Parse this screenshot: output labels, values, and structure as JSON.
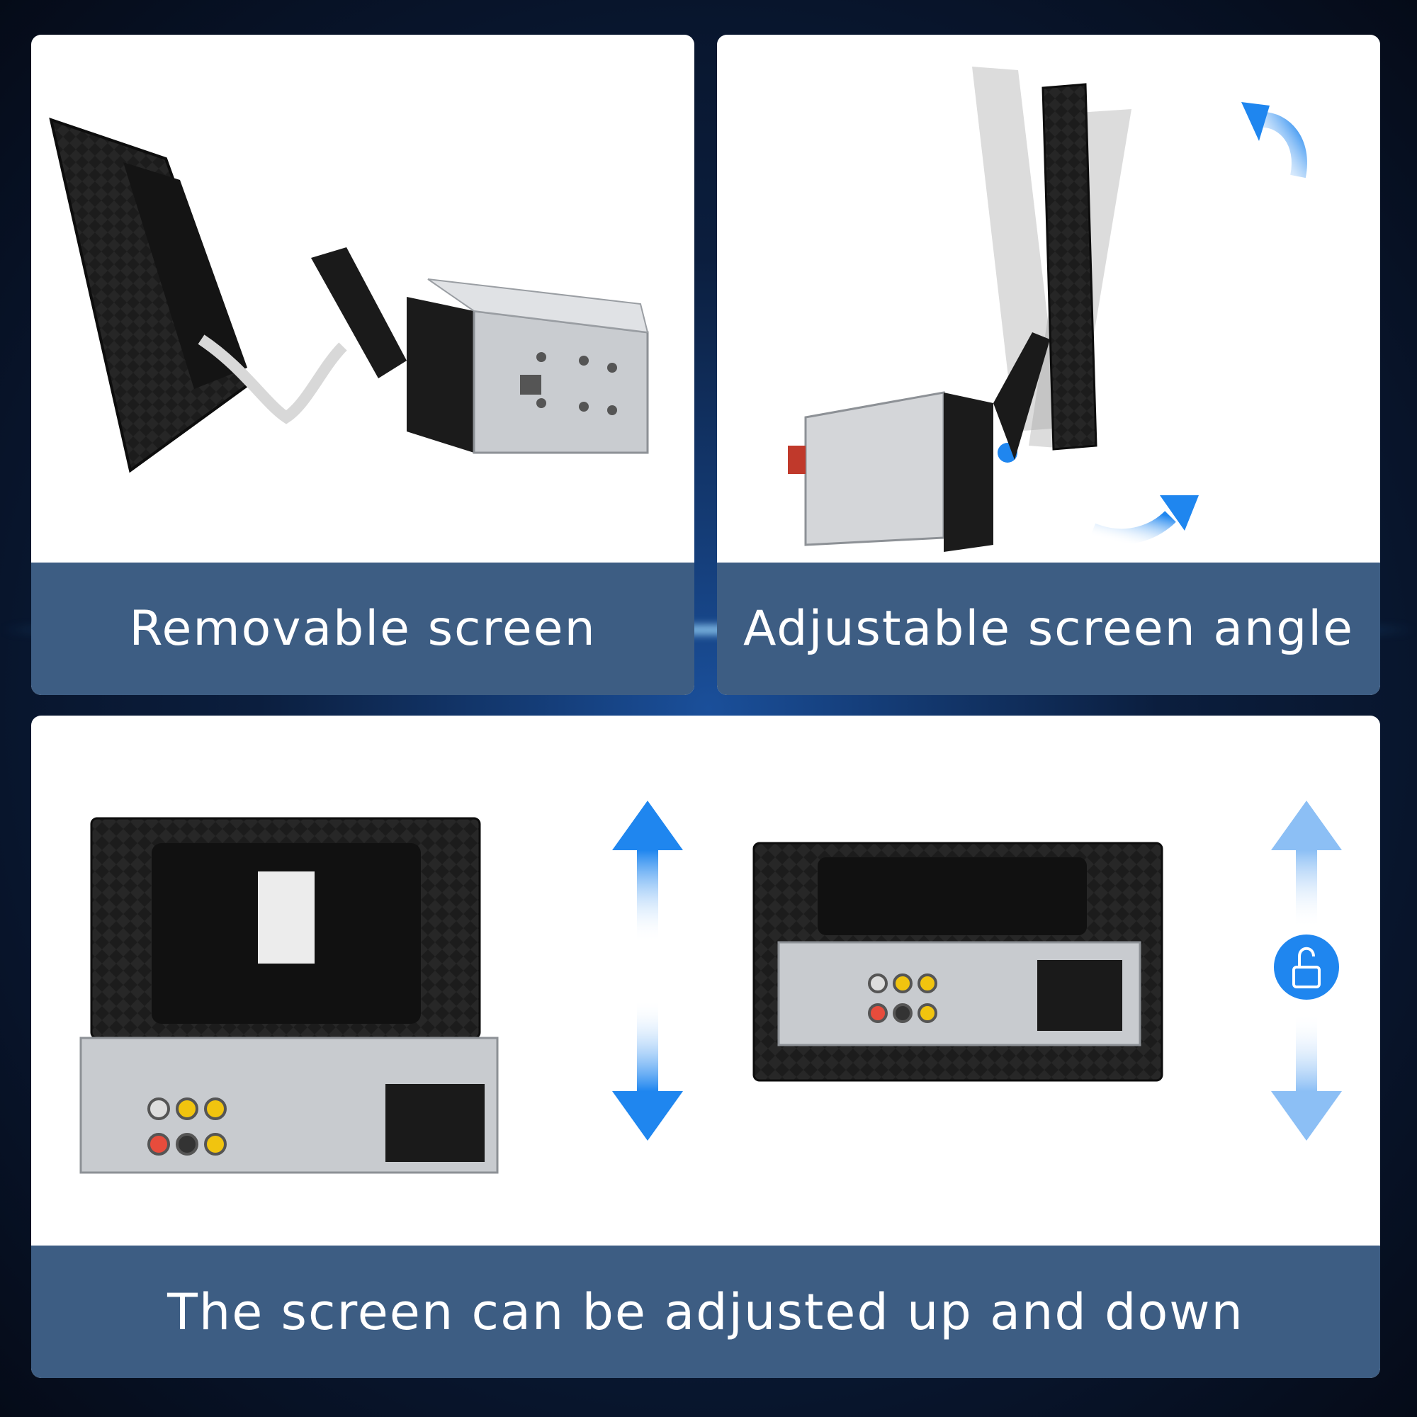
{
  "panels": {
    "top_left": {
      "caption": "Removable screen"
    },
    "top_right": {
      "caption": "Adjustable screen angle"
    },
    "bottom": {
      "caption": "The screen can be adjusted up and down"
    }
  },
  "colors": {
    "caption_bg": "#3d5d83",
    "arrow_blue": "#1f86ef",
    "arrow_light": "#8cbff5",
    "background": "#0b1e3e"
  },
  "icons": [
    "up-down-arrow-icon",
    "curved-arrow-icon",
    "unlock-icon"
  ]
}
